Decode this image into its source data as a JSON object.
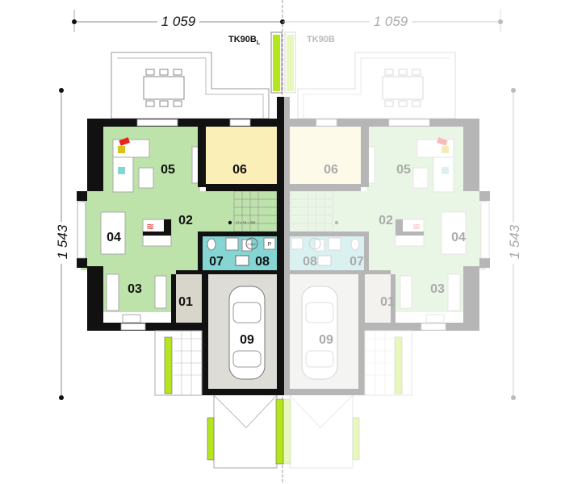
{
  "dimensions": {
    "width_left": "1 059",
    "width_right": "1 059",
    "depth_left": "1 543",
    "depth_right": "1 543"
  },
  "units": {
    "left_label": "TK90B",
    "left_label_sub": "L",
    "right_label": "TK90B"
  },
  "stair_note": "17 x 18 = 306",
  "fixture_labels": {
    "boiler": "C.W.U.",
    "p": "P"
  },
  "rooms_left": [
    {
      "id": "05"
    },
    {
      "id": "06"
    },
    {
      "id": "02"
    },
    {
      "id": "04"
    },
    {
      "id": "07"
    },
    {
      "id": "08"
    },
    {
      "id": "03"
    },
    {
      "id": "01"
    },
    {
      "id": "09"
    }
  ],
  "rooms_right": [
    {
      "id": "06"
    },
    {
      "id": "05"
    },
    {
      "id": "02"
    },
    {
      "id": "04"
    },
    {
      "id": "08"
    },
    {
      "id": "07"
    },
    {
      "id": "03"
    },
    {
      "id": "01"
    },
    {
      "id": "09"
    }
  ],
  "colors": {
    "living": "#bde3ab",
    "bedroom": "#fbefb8",
    "bathroom": "#84d5d3",
    "utility": "#d8d5cb",
    "garage": "#dedcd6",
    "wall": "#111111",
    "accent_green": "#b5e61d"
  }
}
